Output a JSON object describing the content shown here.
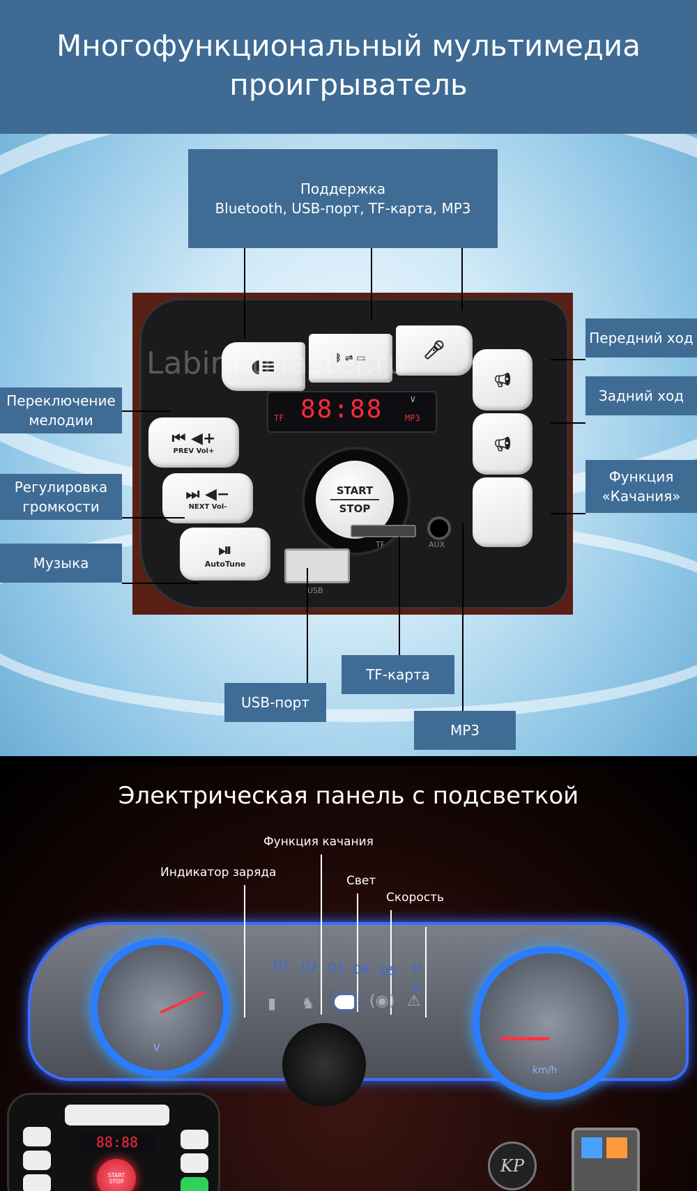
{
  "top": {
    "title_line1": "Многофункциональный мультимедиа",
    "title_line2": "проигрыватель",
    "support_line1": "Поддержка",
    "support_line2": "Bluetooth, USB-порт, TF-карта, MP3",
    "left_labels": [
      {
        "line1": "Переключение",
        "line2": "мелодии"
      },
      {
        "line1": "Регулировка",
        "line2": "громкости"
      },
      {
        "line1": "Музыка",
        "line2": ""
      }
    ],
    "right_labels": [
      {
        "line1": "Передний ход",
        "line2": ""
      },
      {
        "line1": "Задний ход",
        "line2": ""
      },
      {
        "line1": "Функция",
        "line2": "«Качания»"
      }
    ],
    "bottom_labels": {
      "usb": "USB-порт",
      "tf": "TF-карта",
      "mp3": "MP3"
    },
    "watermark": "LabirintMaster.ru",
    "device": {
      "display_digits": "88:88",
      "display_left": "TF",
      "display_right": "MP3",
      "display_v": "V",
      "start": "START",
      "stop": "STOP",
      "prev_label": "PREV",
      "next_label": "NEXT",
      "vol_plus": "Vol+",
      "vol_minus": "Vol-",
      "autotune": "AutoTune",
      "usb_port": "USB",
      "tf_port": "TF",
      "aux_port": "AUX"
    },
    "colors": {
      "label_bg": "#3f6c95",
      "header_bg": "#3e6a94"
    }
  },
  "bottom": {
    "title": "Электрическая панель с подсветкой",
    "labels": {
      "charge": "Индикатор заряда",
      "swing": "Функция качания",
      "light": "Свет",
      "speed": "Скорость"
    },
    "indicators": [
      "D1",
      "D2",
      "D3",
      "D4",
      "D5"
    ],
    "gear_d": "D",
    "gear_r": "R",
    "left_gauge_unit": "V",
    "right_gauge_unit": "km/h",
    "mini_display": "88:88",
    "mini_start": "START",
    "mini_stop": "STOP",
    "logo": "KP",
    "colors": {
      "glow": "#3c6dff"
    }
  }
}
